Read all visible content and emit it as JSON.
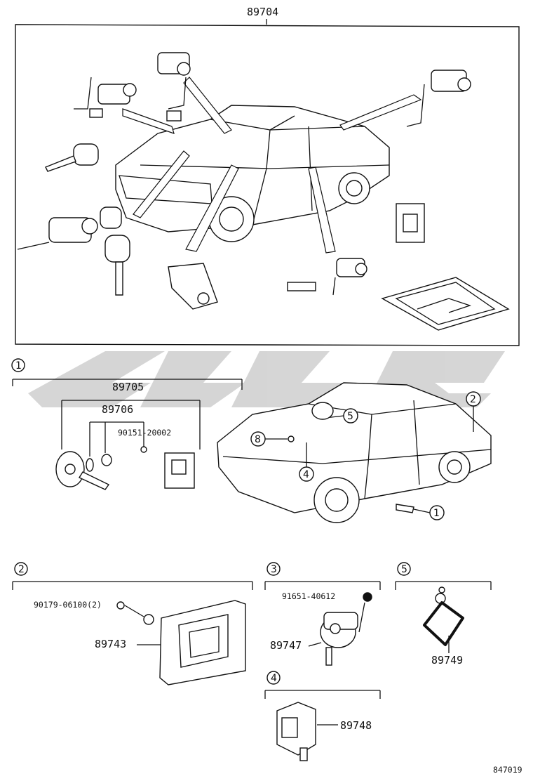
{
  "main": {
    "assembly": "89704",
    "diagram_id": "847019"
  },
  "sections": [
    {
      "badge": "1",
      "parts": {
        "p1": "89705",
        "p2": "89706",
        "p3": "90151-20002"
      }
    },
    {
      "badge": "2",
      "parts": {
        "p1": "90179-06100(2)",
        "p2": "89743"
      }
    },
    {
      "badge": "3",
      "parts": {
        "p1": "91651-40612",
        "p2": "89747"
      }
    },
    {
      "badge": "4",
      "parts": {
        "p1": "89748"
      }
    },
    {
      "badge": "5",
      "parts": {
        "p1": "89749"
      }
    }
  ],
  "callouts": [
    "1",
    "2",
    "4",
    "5",
    "8"
  ],
  "watermark": {
    "color": "#c8c8c8"
  },
  "icons": [
    "key-icon",
    "lock-cylinder-icon",
    "car-icon",
    "ecu-icon",
    "transponder-icon"
  ]
}
